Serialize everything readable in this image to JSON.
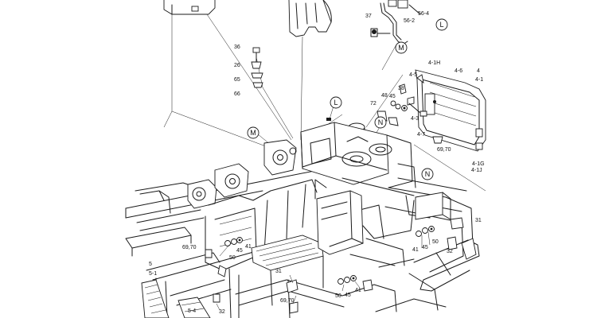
{
  "callouts": [
    "L",
    "M",
    "N",
    "L",
    "M",
    "N"
  ],
  "part_labels": [
    "37",
    "56-4",
    "56-2",
    "36",
    "26",
    "65",
    "66",
    "4-1H",
    "4-6",
    "4",
    "4-1",
    "4-5",
    "38",
    "48",
    "45",
    "72",
    "4-3",
    "4-7",
    "69,70",
    "4-1G",
    "4-1J",
    "31",
    "41",
    "45",
    "50",
    "32",
    "69,70",
    "45",
    "41",
    "50",
    "5",
    "5-1",
    "5-4",
    "32",
    "31",
    "69,70",
    "50",
    "45",
    "41"
  ]
}
